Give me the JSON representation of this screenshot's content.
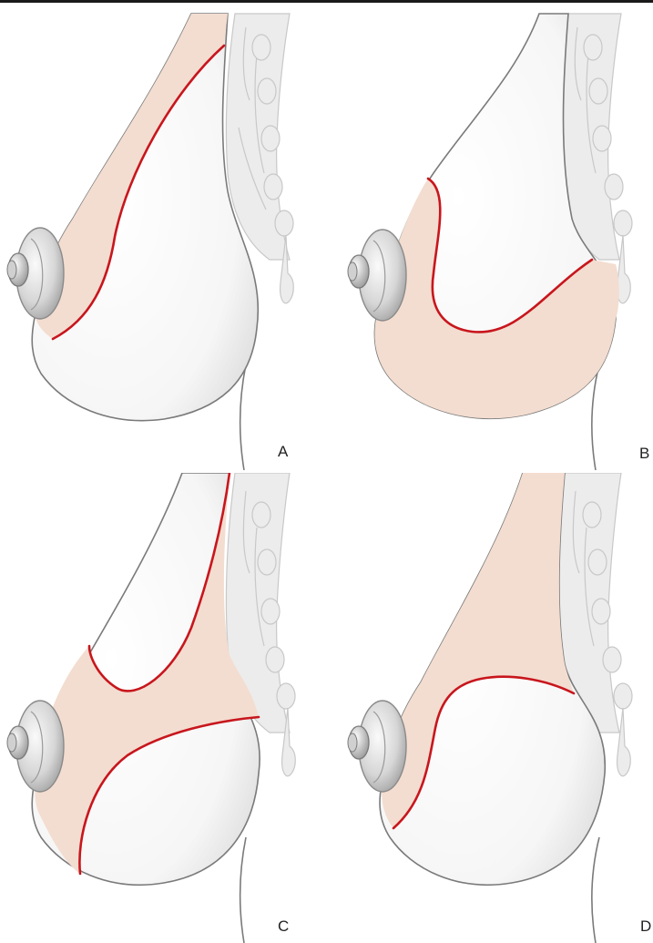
{
  "figure": {
    "panels": [
      {
        "id": "A",
        "label": "A"
      },
      {
        "id": "B",
        "label": "B"
      },
      {
        "id": "C",
        "label": "C"
      },
      {
        "id": "D",
        "label": "D"
      }
    ]
  },
  "colors": {
    "shaded_region": "#f3ddd0",
    "incision_line": "#c8161d",
    "outline": "#7a7a7a",
    "gland_fill": "#ececec",
    "gland_stroke": "#c8c8c8",
    "background": "#ffffff"
  }
}
